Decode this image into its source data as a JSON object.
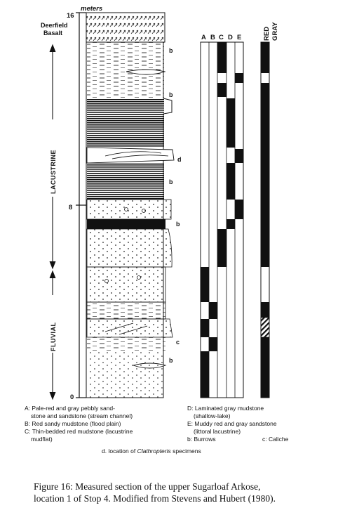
{
  "scale": {
    "unit": "meters",
    "tick_top": "16",
    "tick_mid": "8",
    "tick_bottom": "0",
    "cap_unit": "Deerfield Basalt"
  },
  "units": {
    "upper": "LACUSTRINE",
    "lower": "FLUVIAL"
  },
  "columns": {
    "letters": [
      "A",
      "B",
      "C",
      "D",
      "E"
    ],
    "color_labels": [
      "RED",
      "GRAY"
    ]
  },
  "annotations": [
    "b",
    "b",
    "d",
    "b",
    "b",
    "c",
    "b"
  ],
  "legend": {
    "A_line1": "A: Pale-red and gray pebbly sand-",
    "A_line2": "stone and sandstone (stream channel)",
    "B": "B: Red sandy mudstone (flood plain)",
    "C_line1": "C: Thin-bedded red mudstone (lacustrine",
    "C_line2": "mudflat)",
    "D_line1": "D: Laminated gray mudstone",
    "D_line2": "(shallow-lake)",
    "E_line1": "E: Muddy red and gray sandstone",
    "E_line2": "(littoral lacustrine)",
    "b": "b: Burrows",
    "c": "c: Caliche",
    "d_prefix": "d. location of ",
    "d_species": "Clathropteris",
    "d_suffix": " specimens"
  },
  "caption": {
    "line1": "Figure 16: Measured section of the upper Sugarloaf Arkose,",
    "line2": "location 1 of Stop 4. Modified from Stevens and Hubert (1980)."
  }
}
